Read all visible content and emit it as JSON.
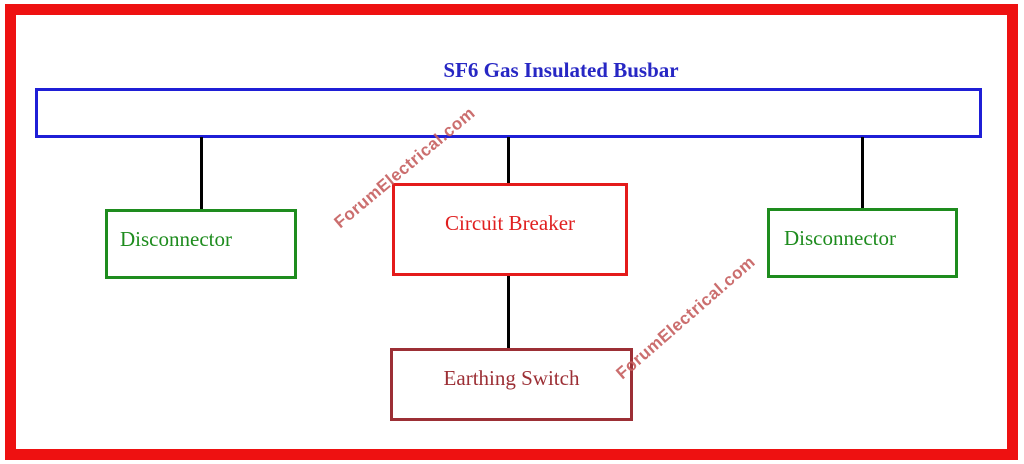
{
  "diagram": {
    "title": "SF6 Gas Insulated Busbar",
    "boxes": {
      "disconnector_left": {
        "label": "Disconnector"
      },
      "circuit_breaker": {
        "label": "Circuit Breaker"
      },
      "earthing_switch": {
        "label": "Earthing Switch"
      },
      "disconnector_right": {
        "label": "Disconnector"
      }
    },
    "watermark": "ForumElectrical.com",
    "colors": {
      "outer_frame": "#ee1111",
      "busbar_border": "#1f1fd6",
      "title_text": "#2727c4",
      "disconnector_green": "#1e8c1e",
      "circuit_breaker_red": "#e41b1b",
      "earthing_dark_red": "#9c2f35",
      "watermark_pink": "#c65f5f",
      "connector_line": "#000000"
    }
  }
}
